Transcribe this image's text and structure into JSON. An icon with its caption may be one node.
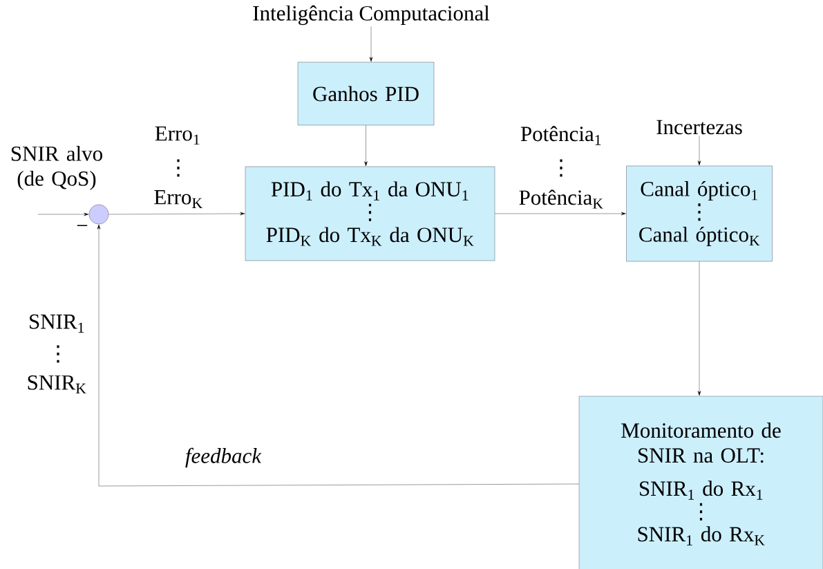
{
  "diagram": {
    "nodes": [
      {
        "text": [
          "Inteligência Computacional"
        ]
      },
      {
        "text": [
          "Ganhos PID"
        ]
      },
      {
        "text": [],
        "shape": "circle"
      },
      {
        "text": [
          "PID$_{1}$ do Tx$_{1}$ da ONU$_{1}$",
          "⋮",
          "PID$_{K}$ do Tx$_{K}$ da ONU$_{K}$"
        ]
      },
      {
        "text": [
          "Incertezas"
        ]
      },
      {
        "text": [
          "Canal óptico$_{1}$",
          "⋮",
          "Canal óptico$_{K}$"
        ]
      },
      {
        "text": [
          "Monitoramento de SNIR na OLT:",
          "SNIR$_{1}$ do Rx$_{1}$",
          "⋮",
          "SNIR$_{1}$ do Rx$_{K}$"
        ]
      }
    ],
    "edges": [
      {
        "from": 0,
        "to": 1,
        "arrow": "to"
      },
      {
        "from": 1,
        "to": 3,
        "arrow": "to"
      },
      {
        "from": null,
        "to": 2,
        "arrow": "to"
      },
      {
        "from": 2,
        "to": 3,
        "arrow": "to"
      },
      {
        "from": 3,
        "to": 5,
        "arrow": "to"
      },
      {
        "from": 4,
        "to": 5,
        "arrow": "to"
      },
      {
        "from": 5,
        "to": 6,
        "arrow": "to"
      },
      {
        "from": 6,
        "to": 2,
        "arrow": "to",
        "label": "feedback"
      }
    ],
    "labels": [
      "SNIR alvo (de QoS)",
      "Erro$_{1}$",
      "⋮",
      "Erro$_{K}$",
      "Potência$_{1}$",
      "⋮",
      "Potência$_{K}$",
      "SNIR$_{1}$",
      "⋮",
      "SNIR$_{K}$",
      "−"
    ]
  }
}
